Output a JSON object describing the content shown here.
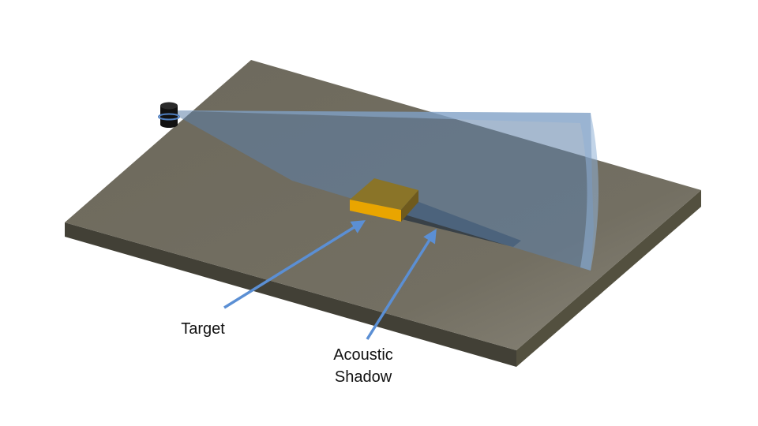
{
  "labels": {
    "target": "Target",
    "shadow_line1": "Acoustic",
    "shadow_line2": "Shadow"
  },
  "colors": {
    "seabed_top": "#736f62",
    "seabed_front": "#424036",
    "seabed_side": "#53503f",
    "sonar_beam": "#6f8fb7",
    "target_top": "#8a7428",
    "target_front": "#e9a500",
    "target_side": "#6f5a1d",
    "acoustic_shadow": "#2f3943",
    "sonar_device": "#111111",
    "sonar_ring": "#4f7fc0",
    "arrow": "#5b8fd4"
  },
  "icons": {
    "sonar": "sonar-device-icon"
  }
}
